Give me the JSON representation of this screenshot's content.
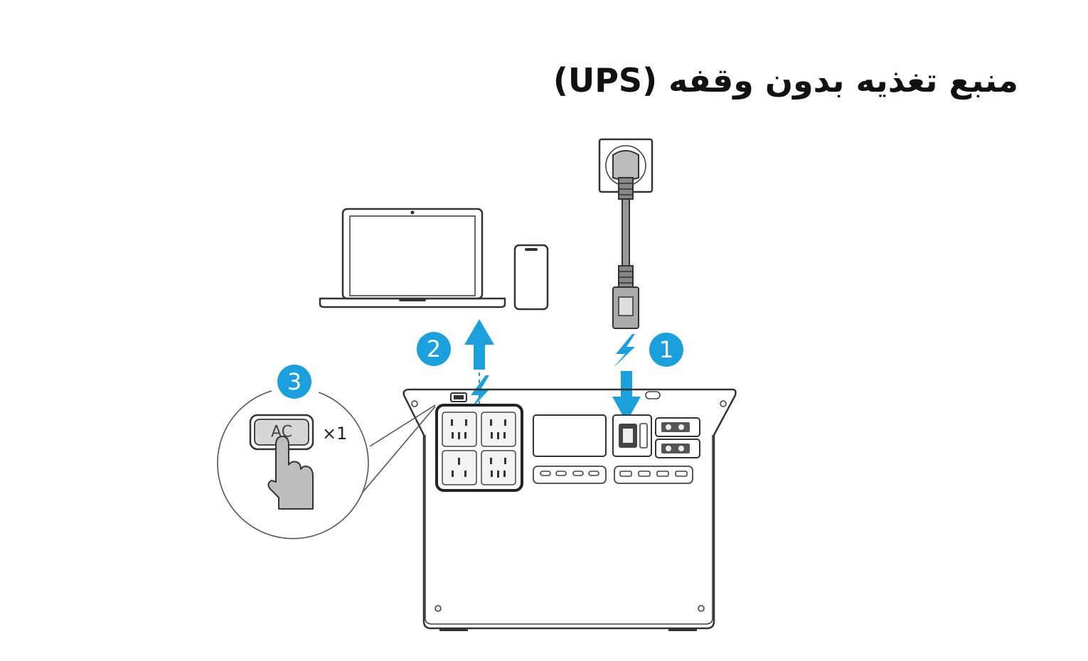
{
  "title": "منبع تغذیه بدون وقفه (UPS)",
  "steps": {
    "one": "1",
    "two": "2",
    "three": "3"
  },
  "ac_button": {
    "label": "AC",
    "press_count": "×1"
  },
  "colors": {
    "accent": "#1aa1dd",
    "line": "#333333",
    "background": "#ffffff"
  }
}
